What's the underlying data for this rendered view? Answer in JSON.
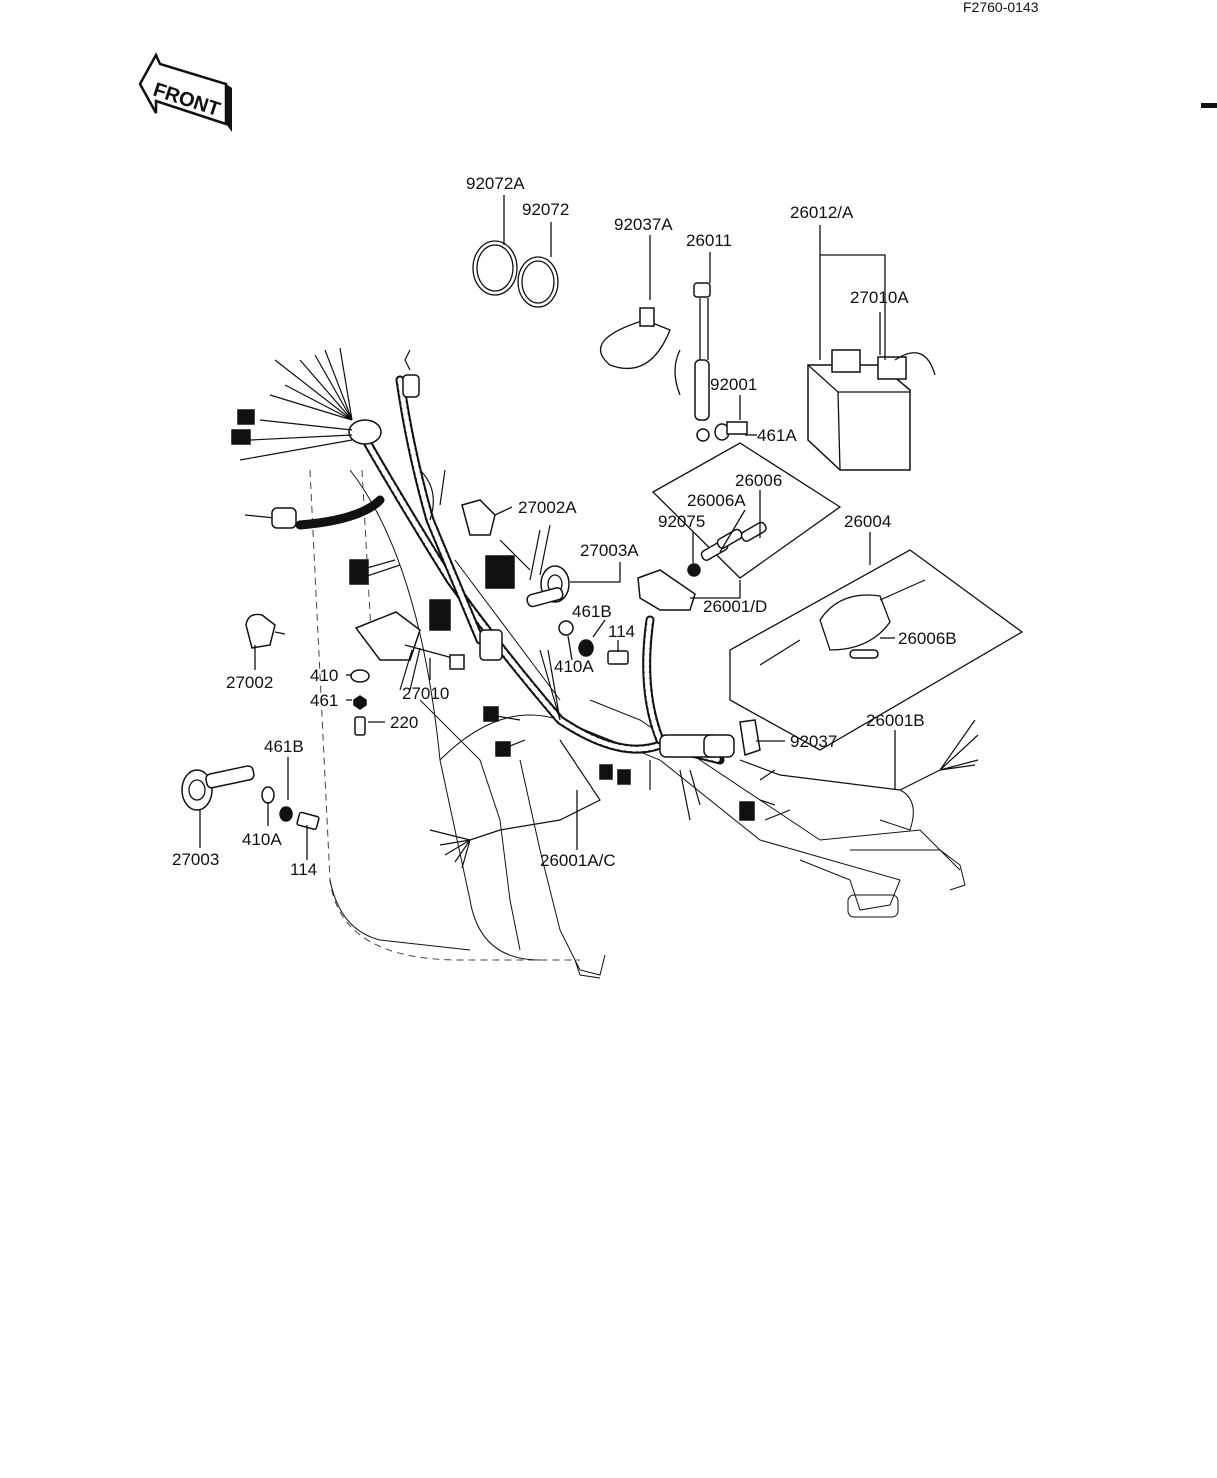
{
  "drawing_code": "F2760-0143",
  "front_label": "FRONT",
  "parts": [
    "92072A",
    "92072",
    "92037A",
    "26011",
    "26012/A",
    "27010A",
    "92001",
    "461A",
    "26006",
    "26006A",
    "92075",
    "27002A",
    "26004",
    "27003A",
    "461B",
    "114",
    "26001/D",
    "26006B",
    "27002",
    "410",
    "410A",
    "461",
    "27010",
    "220",
    "92037",
    "26001B",
    "461B",
    "27003",
    "410A",
    "114",
    "26001A/C"
  ]
}
